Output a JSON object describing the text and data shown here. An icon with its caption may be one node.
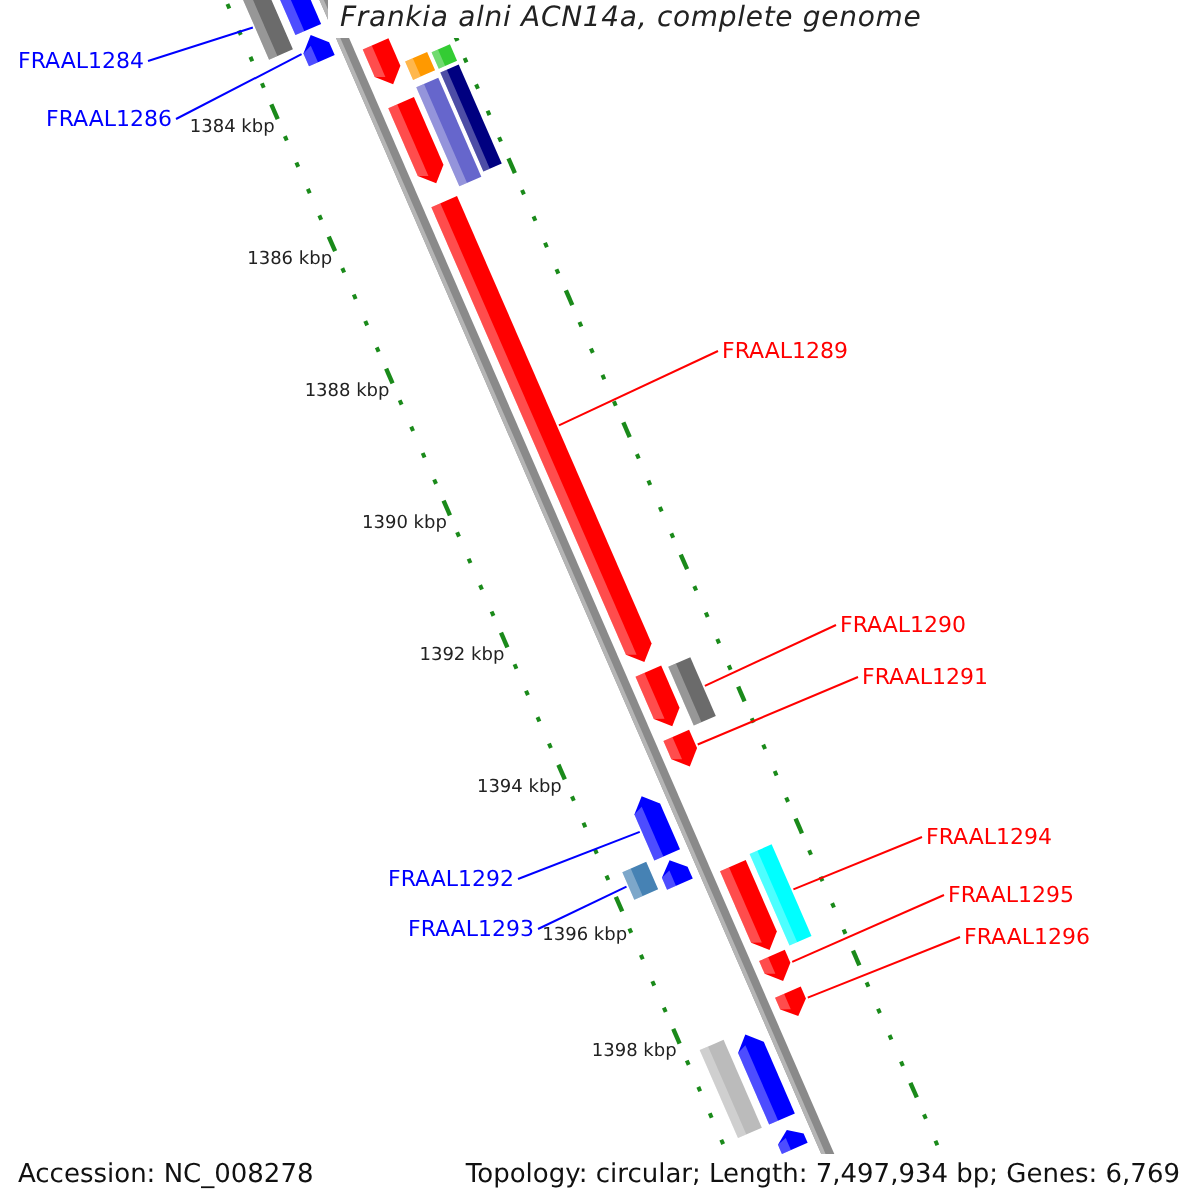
{
  "diagram": {
    "title": "Frankia alni ACN14a, complete genome",
    "nodes": [
      {
        "text": [
          "FRAAL1284"
        ]
      },
      {
        "text": [
          "FRAAL1286"
        ]
      },
      {
        "text": [
          "FRAAL1289"
        ]
      },
      {
        "text": [
          "FRAAL1290"
        ]
      },
      {
        "text": [
          "FRAAL1291"
        ]
      },
      {
        "text": [
          "FRAAL1292"
        ]
      },
      {
        "text": [
          "FRAAL1293"
        ]
      },
      {
        "text": [
          "FRAAL1294"
        ]
      },
      {
        "text": [
          "FRAAL1295"
        ]
      },
      {
        "text": [
          "FRAAL1296"
        ]
      },
      {
        "text": [],
        "shape": "arrow"
      },
      {
        "text": [],
        "shape": "box"
      },
      {
        "text": [],
        "shape": "arrow"
      },
      {
        "text": [],
        "shape": "arrow"
      },
      {
        "text": [],
        "shape": "box"
      },
      {
        "text": [],
        "shape": "box"
      },
      {
        "text": [],
        "shape": "box"
      },
      {
        "text": [],
        "shape": "box"
      },
      {
        "text": [],
        "shape": "arrow"
      },
      {
        "text": [],
        "shape": "arrow"
      },
      {
        "text": [],
        "shape": "arrow"
      },
      {
        "text": [],
        "shape": "box"
      },
      {
        "text": [],
        "shape": "arrow"
      },
      {
        "text": [],
        "shape": "arrow"
      },
      {
        "text": [],
        "shape": "box"
      },
      {
        "text": [],
        "shape": "arrow"
      },
      {
        "text": [],
        "shape": "box"
      },
      {
        "text": [],
        "shape": "arrow"
      },
      {
        "text": [],
        "shape": "arrow"
      },
      {
        "text": [],
        "shape": "arrow"
      },
      {
        "text": [],
        "shape": "box"
      },
      {
        "text": [],
        "shape": "arrow"
      },
      {
        "text": [],
        "shape": "arrow"
      }
    ],
    "edges": [
      {
        "from": 0,
        "to": 11,
        "arrow": "none",
        "color": "#0000ff"
      },
      {
        "from": 1,
        "to": 12,
        "arrow": "none",
        "color": "#0000ff"
      },
      {
        "from": 2,
        "to": 19,
        "arrow": "none"
      },
      {
        "from": 3,
        "to": 21,
        "arrow": "none"
      },
      {
        "from": 4,
        "to": 22,
        "arrow": "none"
      },
      {
        "from": 5,
        "to": 23,
        "arrow": "none",
        "color": "#0000ff"
      },
      {
        "from": 6,
        "to": 24,
        "arrow": "none",
        "color": "#0000ff"
      },
      {
        "from": 7,
        "to": 26,
        "arrow": "none"
      },
      {
        "from": 8,
        "to": 28,
        "arrow": "none"
      },
      {
        "from": 9,
        "to": 29,
        "arrow": "none"
      }
    ],
    "labels": [
      "1384 kbp",
      "1386 kbp",
      "1388 kbp",
      "1390 kbp",
      "1392 kbp",
      "1394 kbp",
      "1396 kbp",
      "1398 kbp",
      "Accession: NC_008278",
      "Topology: circular; Length: 7,497,934 bp; Genes: 6,769"
    ]
  }
}
